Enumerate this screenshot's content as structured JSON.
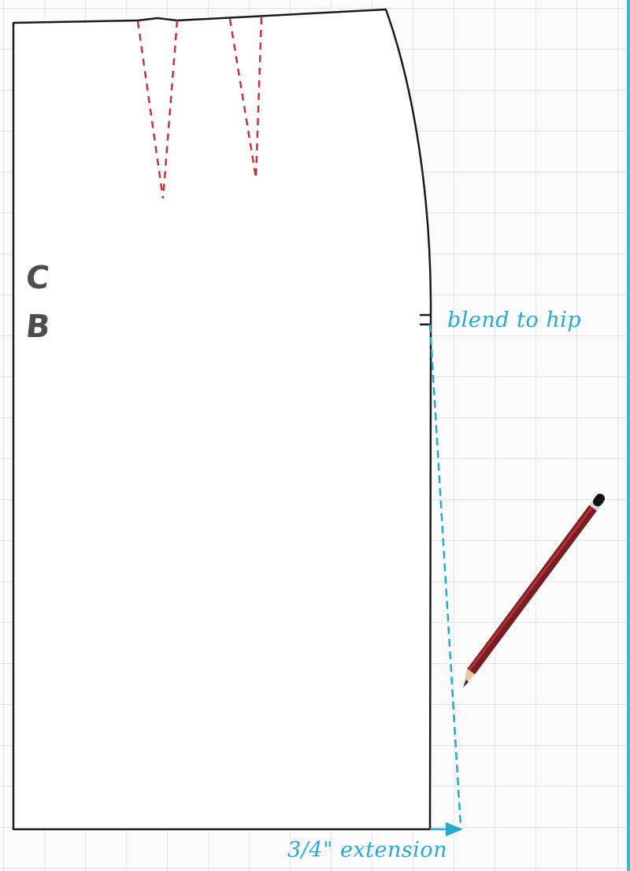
{
  "labels": {
    "cb_letter_1": "C",
    "cb_letter_2": "B",
    "blend_note": "blend to hip",
    "extension_note": "3/4\" extension"
  },
  "colors": {
    "pattern_outline": "#1a1a1a",
    "dart_lines": "#c8323a",
    "annotation": "#29a9cf",
    "label_gray": "#4d4d4d",
    "grid": "#e3e5e8",
    "pencil_body": "#7a1c22"
  },
  "icons": {
    "pencil": "pencil-icon"
  }
}
